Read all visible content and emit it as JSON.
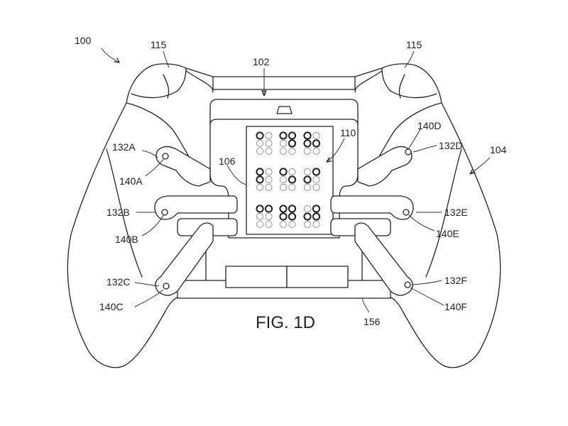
{
  "figure": {
    "caption": "FIG. 1D",
    "labels": {
      "controller": "100",
      "plate": "102",
      "housing": "104",
      "braille_display": "106",
      "braille_module": "110",
      "bumper_left": "115",
      "bumper_right": "115",
      "paddle_a": "132A",
      "paddle_b": "132B",
      "paddle_c": "132C",
      "paddle_d": "132D",
      "paddle_e": "132E",
      "paddle_f": "132F",
      "pivot_a": "140A",
      "pivot_b": "140B",
      "pivot_c": "140C",
      "pivot_d": "140D",
      "pivot_e": "140E",
      "pivot_f": "140F",
      "base": "156"
    }
  },
  "braille_cells": [
    [
      [
        1,
        0
      ],
      [
        0,
        0
      ],
      [
        0,
        0
      ]
    ],
    [
      [
        1,
        1
      ],
      [
        0,
        1
      ],
      [
        0,
        0
      ]
    ],
    [
      [
        1,
        0
      ],
      [
        1,
        1
      ],
      [
        0,
        0
      ]
    ],
    [
      [
        1,
        0
      ],
      [
        1,
        0
      ],
      [
        0,
        0
      ]
    ],
    [
      [
        1,
        0
      ],
      [
        0,
        1
      ],
      [
        0,
        0
      ]
    ],
    [
      [
        0,
        1
      ],
      [
        1,
        0
      ],
      [
        0,
        0
      ]
    ],
    [
      [
        1,
        1
      ],
      [
        0,
        0
      ],
      [
        0,
        0
      ]
    ],
    [
      [
        1,
        1
      ],
      [
        1,
        1
      ],
      [
        0,
        0
      ]
    ],
    [
      [
        0,
        1
      ],
      [
        1,
        1
      ],
      [
        0,
        0
      ]
    ]
  ],
  "colors": {
    "line": "#222222",
    "dot_flat": "#999999"
  }
}
